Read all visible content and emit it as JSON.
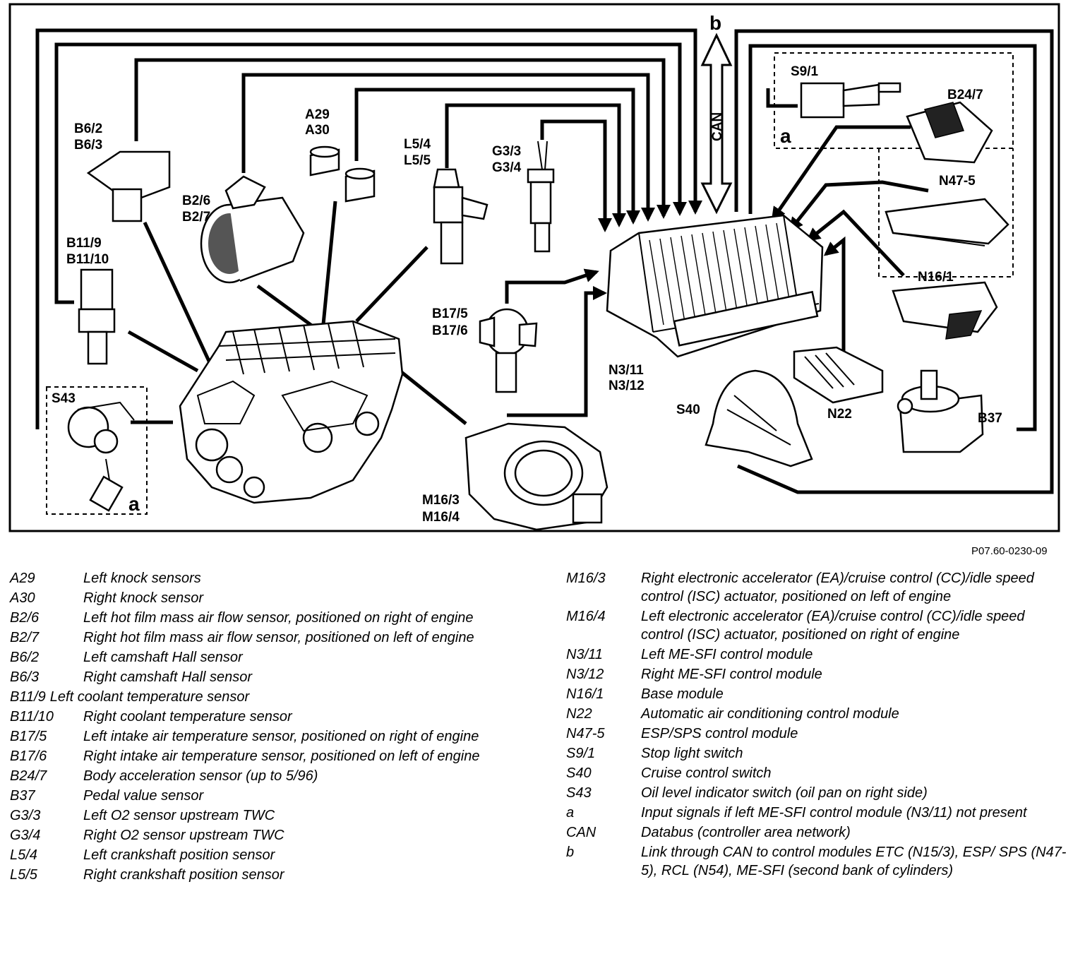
{
  "diagram": {
    "figure_ref": "P07.60-0230-09",
    "labels": {
      "b_top": "b",
      "can": "CAN",
      "s9_1": "S9/1",
      "b24_7": "B24/7",
      "a_top": "a",
      "n47_5": "N47-5",
      "n22_conn": "N22",
      "n16_1": "N16/1",
      "b37": "B37",
      "n3_11": "N3/11",
      "n3_12": "N3/12",
      "s40": "S40",
      "m16_3": "M16/3",
      "m16_4": "M16/4",
      "b17_5": "B17/5",
      "b17_6": "B17/6",
      "g3_3": "G3/3",
      "g3_4": "G3/4",
      "l5_4": "L5/4",
      "l5_5": "L5/5",
      "a29": "A29",
      "a30": "A30",
      "b2_6": "B2/6",
      "b2_7": "B2/7",
      "b6_2": "B6/2",
      "b6_3": "B6/3",
      "b11_9": "B11/9",
      "b11_10": "B11/10",
      "s43": "S43",
      "a_bottom": "a"
    }
  },
  "legend_left": [
    {
      "code": "A29",
      "desc": "Left knock sensors"
    },
    {
      "code": "A30",
      "desc": "Right knock sensor"
    },
    {
      "code": "B2/6",
      "desc": "Left hot film mass air flow sensor, positioned on right of engine"
    },
    {
      "code": "B2/7",
      "desc": "Right hot film mass air flow sensor, positioned on left of engine"
    },
    {
      "code": "B6/2",
      "desc": "Left camshaft Hall sensor"
    },
    {
      "code": "B6/3",
      "desc": "Right camshaft Hall sensor"
    },
    {
      "code": "B11/9",
      "desc": "Left coolant temperature sensor"
    },
    {
      "code": "B11/10",
      "desc": "Right coolant temperature sensor"
    },
    {
      "code": "B17/5",
      "desc": "Left intake air temperature sensor, positioned on right of engine"
    },
    {
      "code": "B17/6",
      "desc": "Right intake air temperature sensor, positioned on left of engine"
    },
    {
      "code": "B24/7",
      "desc": "Body acceleration sensor (up to 5/96)"
    },
    {
      "code": "B37",
      "desc": "Pedal value sensor"
    },
    {
      "code": "G3/3",
      "desc": "Left O2 sensor upstream TWC"
    },
    {
      "code": "G3/4",
      "desc": "Right O2 sensor upstream TWC"
    },
    {
      "code": "L5/4",
      "desc": "Left crankshaft position sensor"
    },
    {
      "code": "L5/5",
      "desc": "Right crankshaft position sensor"
    }
  ],
  "legend_right": [
    {
      "code": "M16/3",
      "desc": "Right electronic accelerator (EA)/cruise control (CC)/idle speed control (ISC) actuator, positioned on left of engine"
    },
    {
      "code": "M16/4",
      "desc": "Left electronic accelerator (EA)/cruise control (CC)/idle speed control (ISC) actuator, positioned on right of engine"
    },
    {
      "code": "N3/11",
      "desc": "Left ME-SFI control module"
    },
    {
      "code": "N3/12",
      "desc": "Right ME-SFI control module"
    },
    {
      "code": "N16/1",
      "desc": "Base module"
    },
    {
      "code": "N22",
      "desc": "Automatic air conditioning control module"
    },
    {
      "code": "N47-5",
      "desc": "ESP/SPS control module"
    },
    {
      "code": "S9/1",
      "desc": "Stop light switch"
    },
    {
      "code": "S40",
      "desc": "Cruise control switch"
    },
    {
      "code": "S43",
      "desc": "Oil level indicator switch (oil pan on right side)"
    },
    {
      "code": "a",
      "desc": "Input signals if left ME-SFI control module (N3/11) not present"
    },
    {
      "code": "CAN",
      "desc": "Databus (controller area network)"
    },
    {
      "code": "b",
      "desc": "Link through CAN to control modules ETC (N15/3), ESP/ SPS (N47-5), RCL (N54), ME-SFI (second bank of cylinders)"
    }
  ]
}
